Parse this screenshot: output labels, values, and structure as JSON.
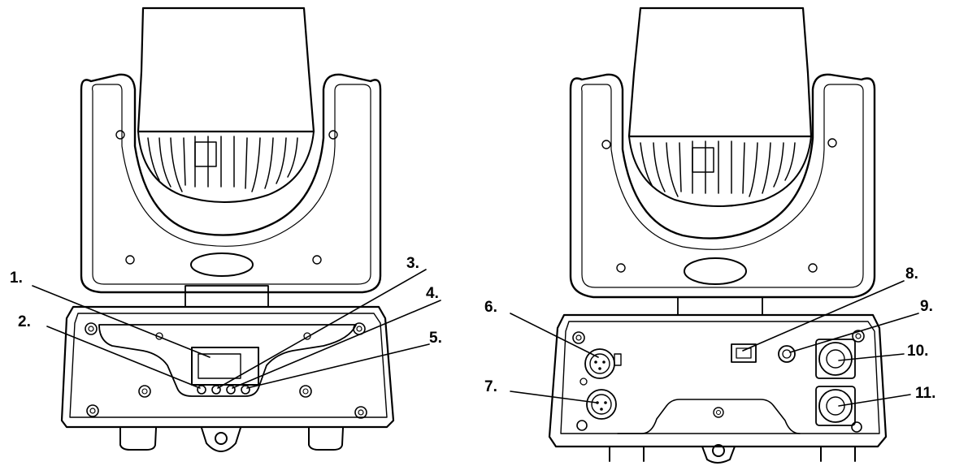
{
  "callouts": [
    {
      "id": "1",
      "text": "1."
    },
    {
      "id": "2",
      "text": "2."
    },
    {
      "id": "3",
      "text": "3."
    },
    {
      "id": "4",
      "text": "4."
    },
    {
      "id": "5",
      "text": "5."
    },
    {
      "id": "6",
      "text": "6."
    },
    {
      "id": "7",
      "text": "7."
    },
    {
      "id": "8",
      "text": "8."
    },
    {
      "id": "9",
      "text": "9."
    },
    {
      "id": "10",
      "text": "10."
    },
    {
      "id": "11",
      "text": "11."
    }
  ]
}
